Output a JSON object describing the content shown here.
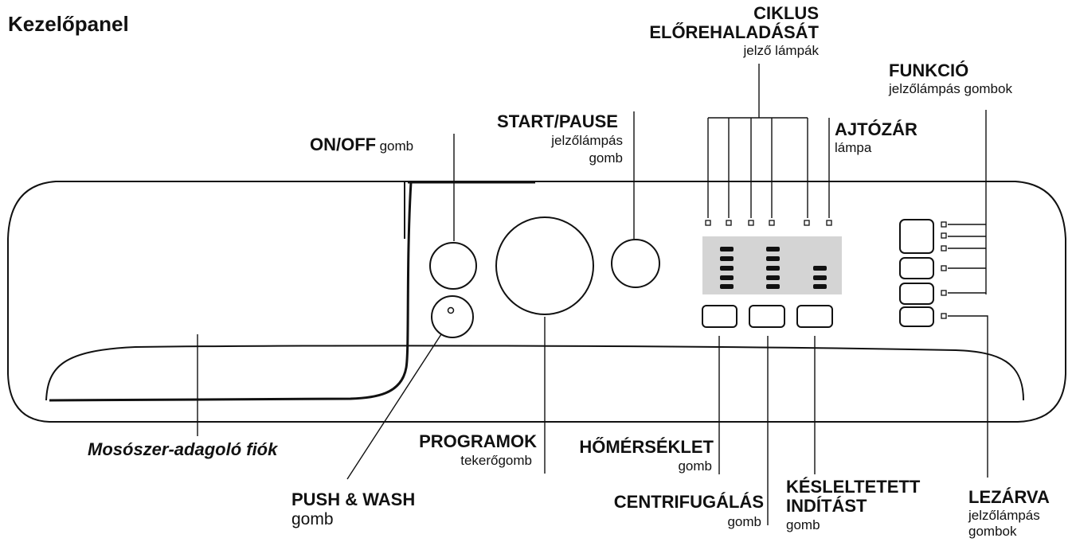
{
  "title": "Kezelőpanel",
  "labels": {
    "cycle_progress": {
      "line1": "CIKLUS",
      "line2": "ELŐREHALADÁSÁT",
      "sub": "jelző lámpák"
    },
    "function": {
      "title": "FUNKCIÓ",
      "sub": "jelzőlámpás gombok"
    },
    "start_pause": {
      "title": "START/PAUSE",
      "sub1": "jelzőlámpás",
      "sub2": "gomb"
    },
    "on_off": {
      "title": "ON/OFF",
      "sub": "gomb"
    },
    "door_lock": {
      "title": "AJTÓZÁR",
      "sub": "lámpa"
    },
    "detergent_drawer": {
      "title": "Mosószer-adagoló fiók"
    },
    "programs": {
      "title": "PROGRAMOK",
      "sub": "tekerőgomb"
    },
    "temperature": {
      "title": "HŐMÉRSÉKLET",
      "sub": "gomb"
    },
    "push_wash": {
      "title": "PUSH & WASH",
      "sub": "gomb"
    },
    "spin": {
      "title": "CENTRIFUGÁLÁS",
      "sub": "gomb"
    },
    "delayed_start": {
      "line1": "KÉSLELTETETT",
      "line2": "INDÍTÁST",
      "sub": "gomb"
    },
    "locked": {
      "title": "LEZÁRVA",
      "sub1": "jelzőlámpás",
      "sub2": "gombok"
    }
  },
  "colors": {
    "stroke": "#111111",
    "display": "#d4d4d4",
    "text": "#111111"
  }
}
